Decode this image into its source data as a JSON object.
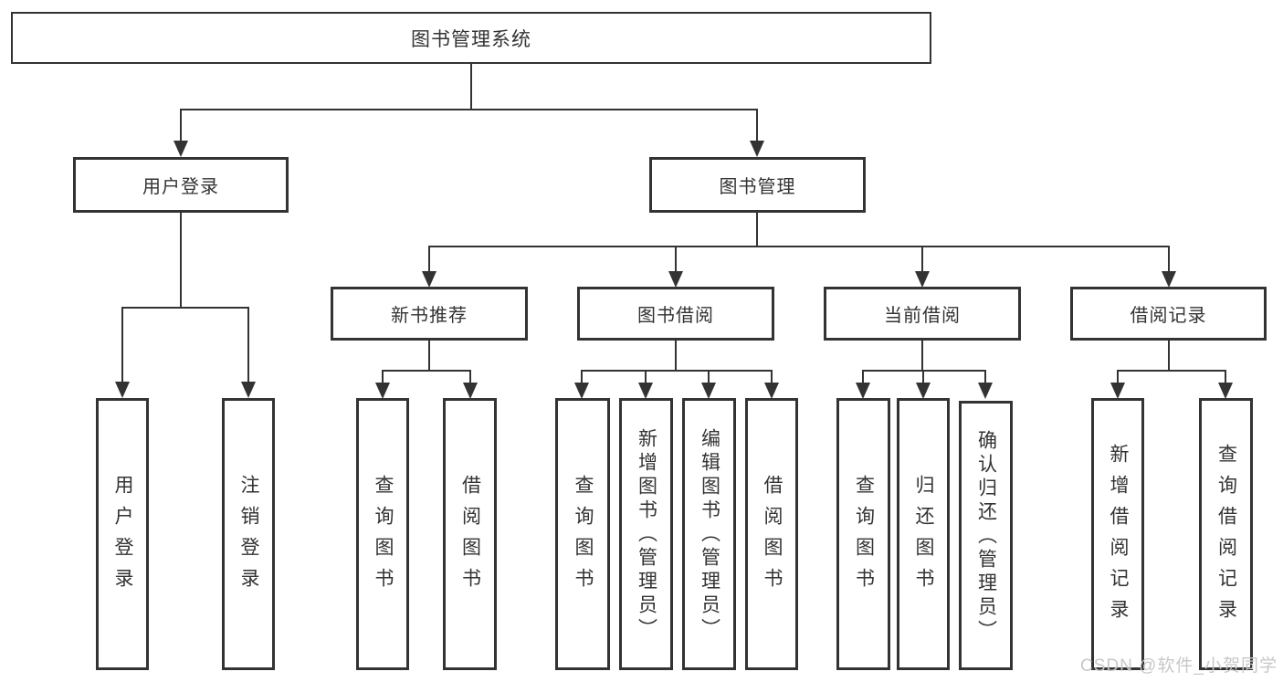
{
  "diagram": {
    "root": "图书管理系统",
    "level2": [
      {
        "label": "用户登录",
        "children": [
          "用户登录",
          "注销登录"
        ]
      },
      {
        "label": "图书管理",
        "groups": [
          {
            "label": "新书推荐",
            "children": [
              "查询图书",
              "借阅图书"
            ]
          },
          {
            "label": "图书借阅",
            "children": [
              "查询图书",
              "新增图书（管理员）",
              "编辑图书（管理员）",
              "借阅图书"
            ]
          },
          {
            "label": "当前借阅",
            "children": [
              "查询图书",
              "归还图书",
              "确认归还（管理员）"
            ]
          },
          {
            "label": "借阅记录",
            "children": [
              "新增借阅记录",
              "查询借阅记录"
            ]
          }
        ]
      }
    ]
  },
  "watermark": "CSDN @软件_小贺同学",
  "colors": {
    "line": "#333333",
    "text": "#333333",
    "box_background": "#ffffff",
    "watermark": "#c8c8c8",
    "background": "#ffffff"
  }
}
